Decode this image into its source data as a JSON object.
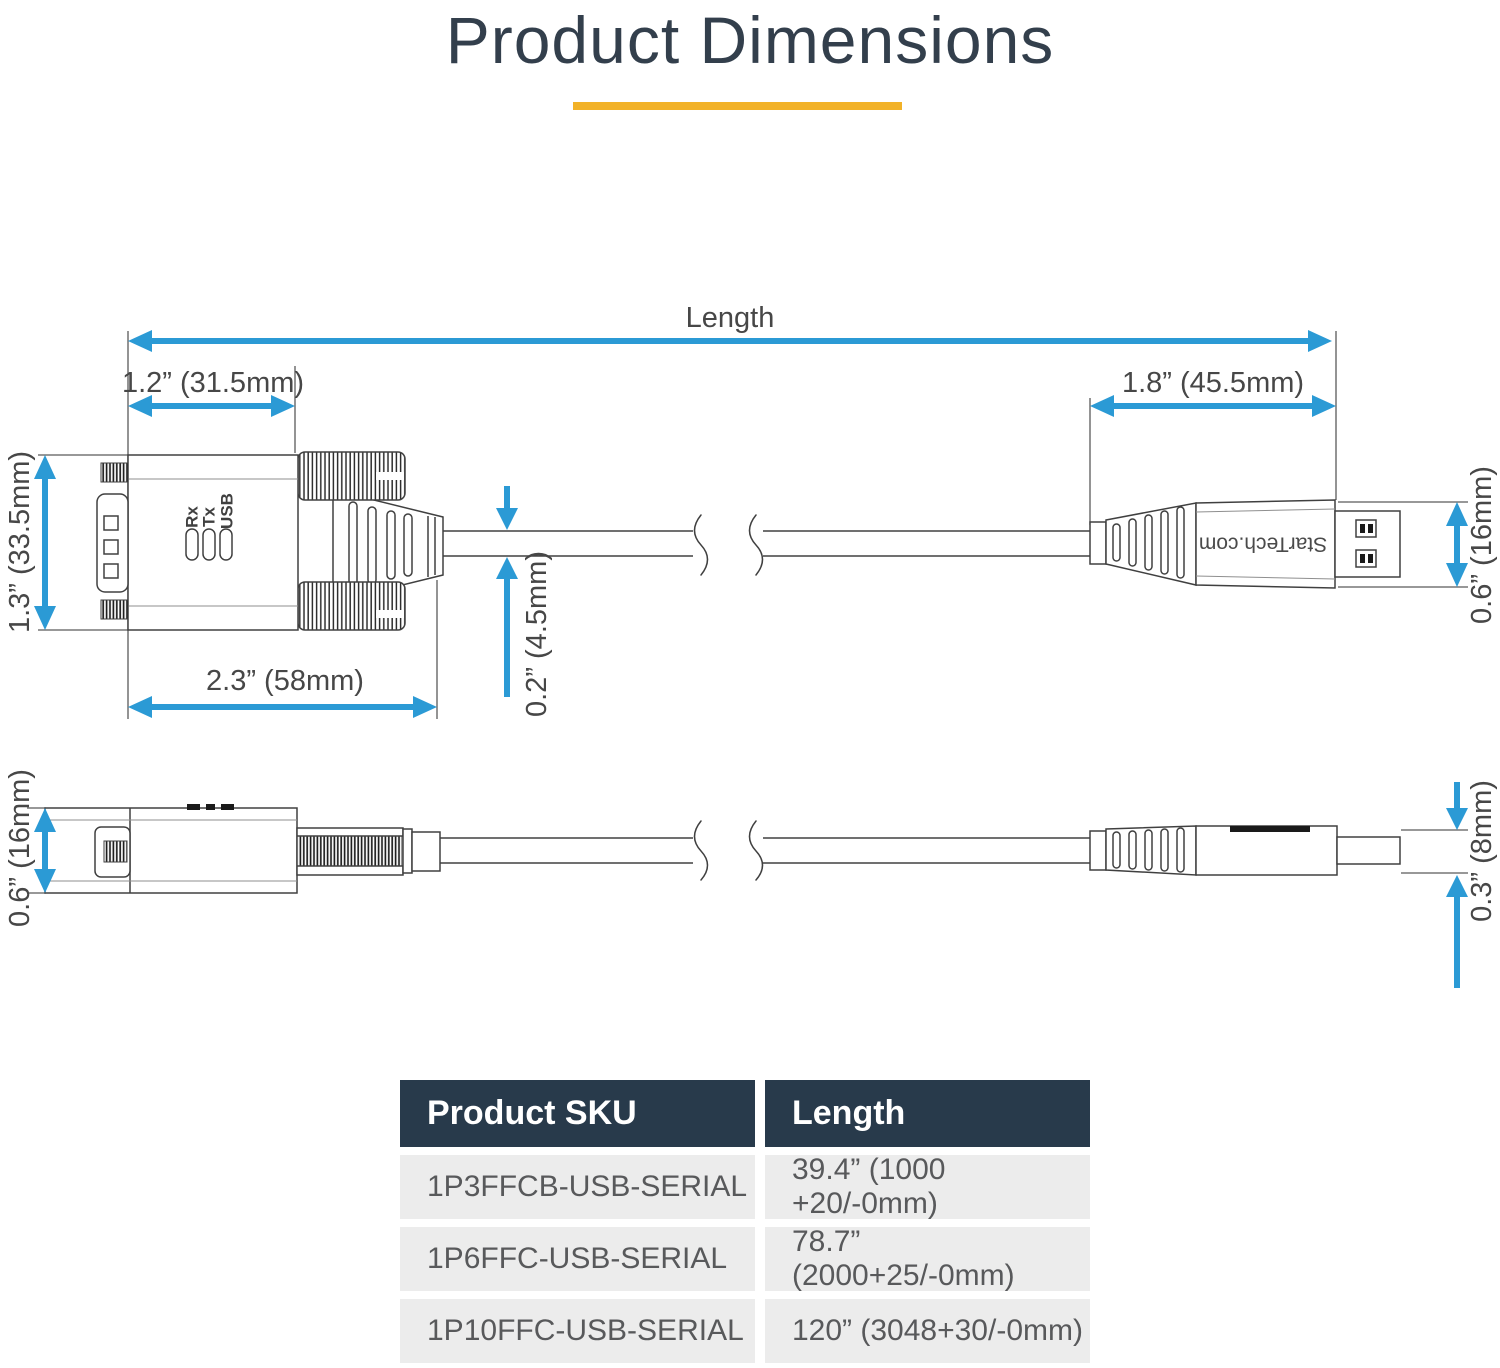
{
  "title": "Product Dimensions",
  "colors": {
    "accent_blue": "#2b9ad5",
    "accent_yellow": "#f2b228",
    "title_color": "#333f4c",
    "table_header_bg": "#283a4b",
    "table_row_bg": "#ececec",
    "line_color": "#404040"
  },
  "diagram": {
    "length_label": "Length",
    "dim_connector_width": "1.2” (31.5mm)",
    "dim_usb_width": "1.8” (45.5mm)",
    "dim_connector_height": "1.3” (33.5mm)",
    "dim_usb_height": "0.6” (16mm)",
    "dim_connector_length": "2.3” (58mm)",
    "dim_cable_diameter": "0.2” (4.5mm)",
    "dim_side_connector_height": "0.6” (16mm)",
    "dim_side_usb_height": "0.3” (8mm)",
    "led_labels": {
      "rx": "Rx",
      "tx": "Tx",
      "usb": "USB"
    },
    "brand": "StarTech.com"
  },
  "table": {
    "headers": [
      "Product SKU",
      "Length"
    ],
    "rows": [
      [
        "1P3FFCB-USB-SERIAL",
        "39.4” (1000 +20/-0mm)"
      ],
      [
        "1P6FFC-USB-SERIAL",
        "78.7” (2000+25/-0mm)"
      ],
      [
        "1P10FFC-USB-SERIAL",
        "120” (3048+30/-0mm)"
      ]
    ]
  }
}
